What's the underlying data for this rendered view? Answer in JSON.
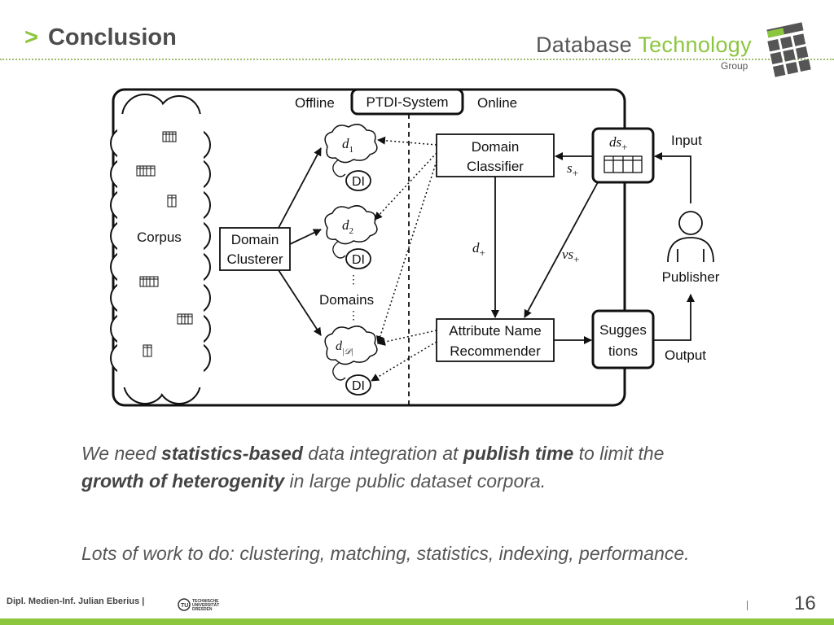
{
  "header": {
    "chevron": ">",
    "title": "Conclusion"
  },
  "brand": {
    "word1": "Database",
    "word2": "Technology",
    "sub": "Group",
    "accent": "#8cc63f"
  },
  "diagram": {
    "system_label": "PTDI-System",
    "offline": "Offline",
    "online": "Online",
    "corpus": "Corpus",
    "clusterer_l1": "Domain",
    "clusterer_l2": "Clusterer",
    "domains": "Domains",
    "d1": "d",
    "d1_sub": "1",
    "d2": "d",
    "d2_sub": "2",
    "dD": "d",
    "dD_sub": "|𝒟|",
    "di": "DI",
    "classifier_l1": "Domain",
    "classifier_l2": "Classifier",
    "recommender_l1": "Attribute Name",
    "recommender_l2": "Recommender",
    "ds_plus": "ds",
    "s_plus": "s",
    "d_plus": "d",
    "vs_plus": "vs",
    "plus": "+",
    "suggestions_l1": "Sugges",
    "suggestions_l2": "tions",
    "input": "Input",
    "output": "Output",
    "publisher": "Publisher"
  },
  "text": {
    "p1_a": "We need ",
    "p1_b": "statistics-based",
    "p1_c": " data integration at ",
    "p1_d": "publish time",
    "p1_e": " to limit the",
    "p1_f": "growth of heterogenity",
    "p1_g": " in large public dataset corpora.",
    "p2": "Lots of work to do: clustering, matching, statistics, indexing, performance."
  },
  "footer": {
    "author": "Dipl. Medien-Inf. Julian Eberius |",
    "tud1": "TECHNISCHE",
    "tud2": "UNIVERSITÄT",
    "tud3": "DRESDEN",
    "page": "16"
  }
}
